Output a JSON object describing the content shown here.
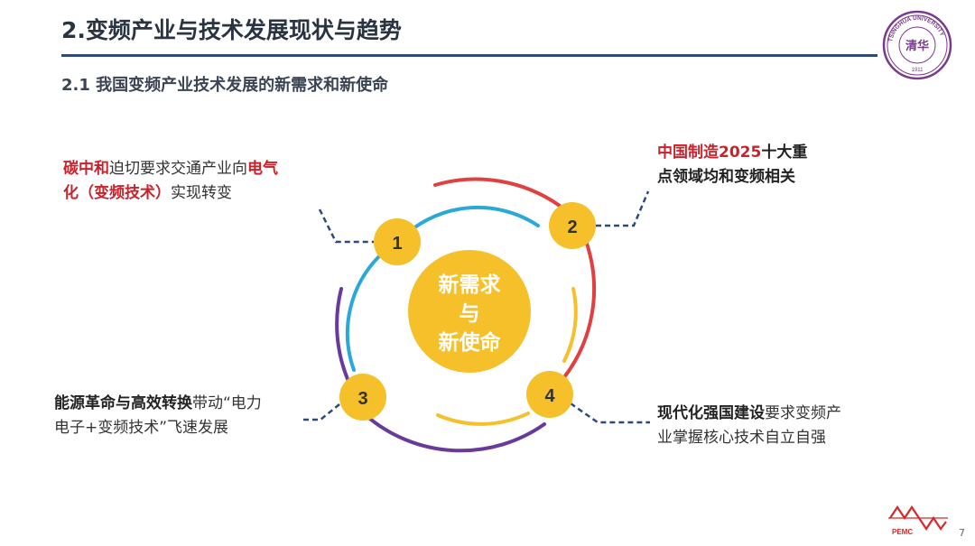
{
  "header": {
    "title": "2.变频产业与技术发展现状与趋势",
    "subtitle": "2.1 我国变频产业技术发展的新需求和新使命"
  },
  "seal": {
    "ring_text": "TSINGHUA UNIVERSITY",
    "year": "1911",
    "center_text": "清华"
  },
  "center": {
    "line1": "新需求",
    "line2": "与",
    "line3": "新使命"
  },
  "nodes": [
    {
      "num": "1"
    },
    {
      "num": "2"
    },
    {
      "num": "3"
    },
    {
      "num": "4"
    }
  ],
  "items": {
    "item1": {
      "a_red": "碳中和",
      "b": "迫切要求交通产业向",
      "c_red": "电气",
      "d_red": "化（变频技术）",
      "e": "实现转变"
    },
    "item2": {
      "line1_red": "中国制造2025",
      "line1_dark": "十大重",
      "line2_dark": "点领域均和变频相关"
    },
    "item3": {
      "a_dark": "能源革命与高效转换",
      "b": "带动“电力",
      "c": "电子+变频技术”飞速发展"
    },
    "item4": {
      "a_dark": "现代化强国建设",
      "b": "要求变频产",
      "c": "业掌握核心技术自立自强"
    }
  },
  "footer": {
    "logo_text": "PEMC",
    "page_number": "7"
  },
  "colors": {
    "accent_yellow": "#f5c02a",
    "arc_blue": "#2aa8d8",
    "arc_red": "#e04040",
    "arc_purple": "#6a3a9a",
    "arc_yellow": "#f5c02a",
    "text_red": "#c8232c",
    "rule_blue": "#2e4a7d",
    "seal_purple": "#7a3a8a"
  }
}
